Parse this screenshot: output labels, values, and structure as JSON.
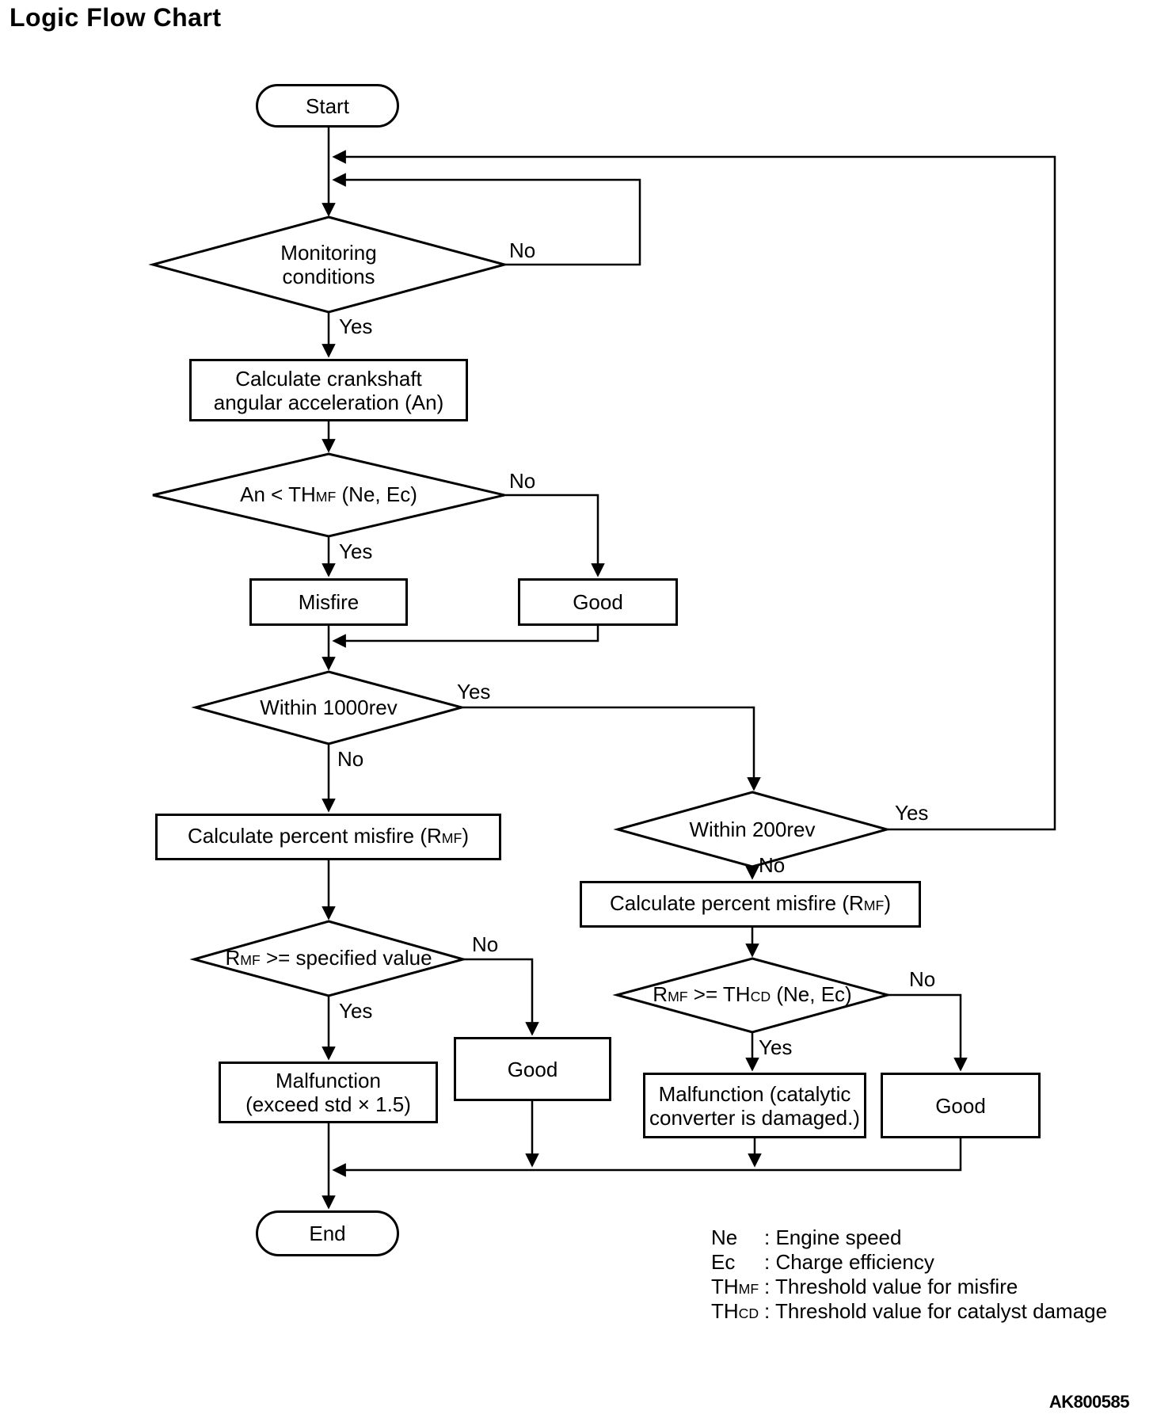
{
  "title": "Logic Flow Chart",
  "figure_code": "AK800585",
  "labels": {
    "yes": "Yes",
    "no": "No"
  },
  "nodes": {
    "start": "Start",
    "end": "End",
    "monitoring": {
      "line1": "Monitoring",
      "line2": "conditions"
    },
    "calc_an": {
      "line1": "Calculate crankshaft",
      "line2": "angular acceleration (An)"
    },
    "an_lt_th": {
      "p1": "An < TH",
      "s1": "MF",
      "p2": " (Ne, Ec)"
    },
    "misfire": "Misfire",
    "good": "Good",
    "within_1000": "Within 1000rev",
    "within_200": "Within 200rev",
    "calc_rmf": {
      "p1": "Calculate percent misfire (R",
      "s1": "MF",
      "p2": ")"
    },
    "rmf_spec": {
      "p1": "R",
      "s1": "MF",
      "p2": " >= specified value"
    },
    "rmf_thcd": {
      "p1": "R",
      "s1": "MF",
      "p2": " >= TH",
      "s2": "CD",
      "p3": " (Ne, Ec)"
    },
    "malfunction_std": {
      "line1": "Malfunction",
      "line2": "(exceed std × 1.5)"
    },
    "malfunction_cat": {
      "line1": "Malfunction (catalytic",
      "line2": "converter is damaged.)"
    }
  },
  "legend": {
    "items": [
      {
        "term": "Ne",
        "sub": "",
        "desc": ": Engine speed"
      },
      {
        "term": "Ec",
        "sub": "",
        "desc": ": Charge efficiency"
      },
      {
        "term": "TH",
        "sub": "MF",
        "desc": ": Threshold value for misfire"
      },
      {
        "term": "TH",
        "sub": "CD",
        "desc": ": Threshold value for catalyst damage"
      }
    ]
  }
}
